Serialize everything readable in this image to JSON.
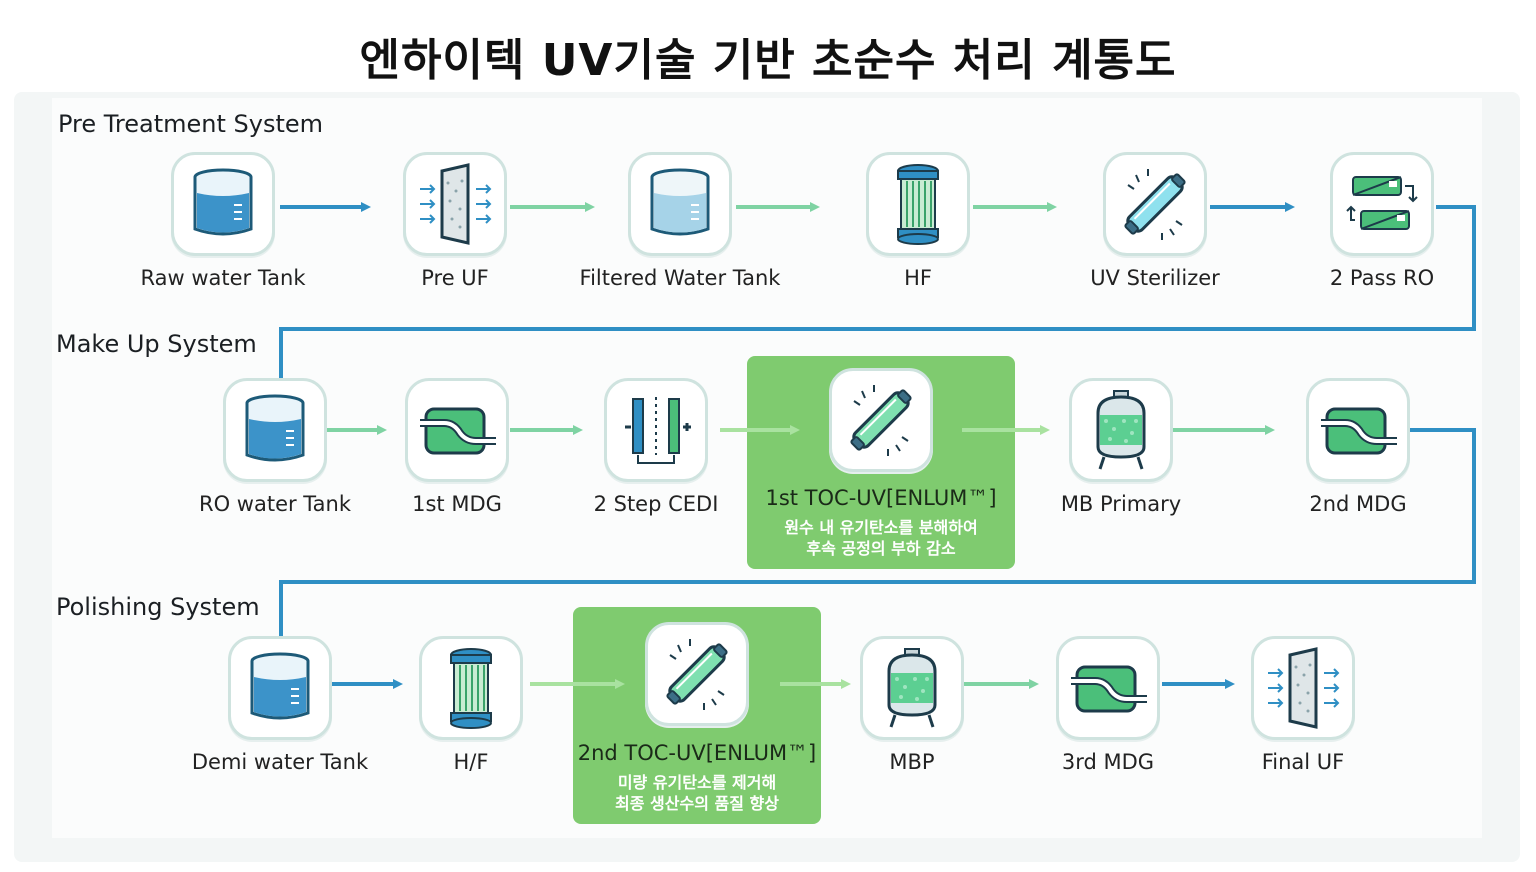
{
  "title": "엔하이텍 UV기술 기반 초순수 처리 계통도",
  "sections": {
    "pre": "Pre Treatment System",
    "makeup": "Make Up System",
    "polishing": "Polishing System"
  },
  "pre_nodes": [
    {
      "label": "Raw water Tank",
      "icon": "tank-icon"
    },
    {
      "label": "Pre UF",
      "icon": "filter-membrane-icon"
    },
    {
      "label": "Filtered Water Tank",
      "icon": "tank-icon"
    },
    {
      "label": "HF",
      "icon": "cartridge-filter-icon"
    },
    {
      "label": "UV Sterilizer",
      "icon": "uv-lamp-icon"
    },
    {
      "label": "2 Pass RO",
      "icon": "ro-module-icon"
    }
  ],
  "makeup_nodes": [
    {
      "label": "RO water Tank",
      "icon": "tank-icon"
    },
    {
      "label": "1st MDG",
      "icon": "degasifier-icon"
    },
    {
      "label": "2 Step CEDI",
      "icon": "cedi-icon"
    },
    {
      "label": "1st TOC-UV[ENLUM™]",
      "icon": "uv-lamp-icon",
      "desc": [
        "원수 내 유기탄소를 분해하여",
        "후속 공정의 부하 감소"
      ]
    },
    {
      "label": "MB Primary",
      "icon": "mixed-bed-vessel-icon"
    },
    {
      "label": "2nd MDG",
      "icon": "degasifier-icon"
    }
  ],
  "polishing_nodes": [
    {
      "label": "Demi water Tank",
      "icon": "tank-icon"
    },
    {
      "label": "H/F",
      "icon": "cartridge-filter-icon"
    },
    {
      "label": "2nd TOC-UV[ENLUM™]",
      "icon": "uv-lamp-icon",
      "desc": [
        "미량 유기탄소를 제거해",
        "최종 생산수의 품질 향상"
      ]
    },
    {
      "label": "MBP",
      "icon": "mixed-bed-vessel-icon"
    },
    {
      "label": "3rd MDG",
      "icon": "degasifier-icon"
    },
    {
      "label": "Final UF",
      "icon": "filter-membrane-icon"
    }
  ],
  "colors": {
    "blue": "#2f8fc4",
    "green": "#7fd3a3",
    "highlight": "#7fcb6f",
    "water": "#3c93c9"
  }
}
